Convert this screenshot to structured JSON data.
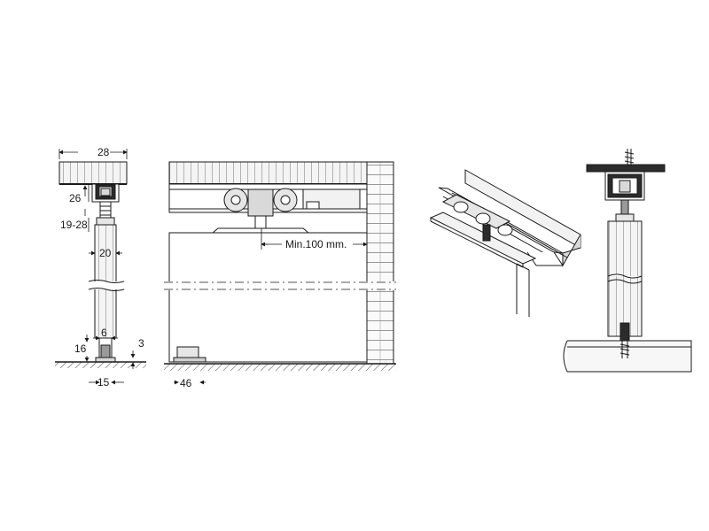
{
  "dimensions": {
    "top_width": "28",
    "track_height": "26",
    "adjust_range": "19-28",
    "door_thickness": "20",
    "guide_slot": "6",
    "guide_height": "16",
    "floor_gap": "3",
    "guide_width": "15",
    "stopper_width": "46",
    "min_distance": "Min.100 mm."
  },
  "colors": {
    "line": "#1a1a1a",
    "fill_light": "#f2f2f2",
    "fill_mid": "#d9d9d9",
    "fill_dark": "#9a9a9a",
    "track_dark": "#2b2b2b"
  }
}
